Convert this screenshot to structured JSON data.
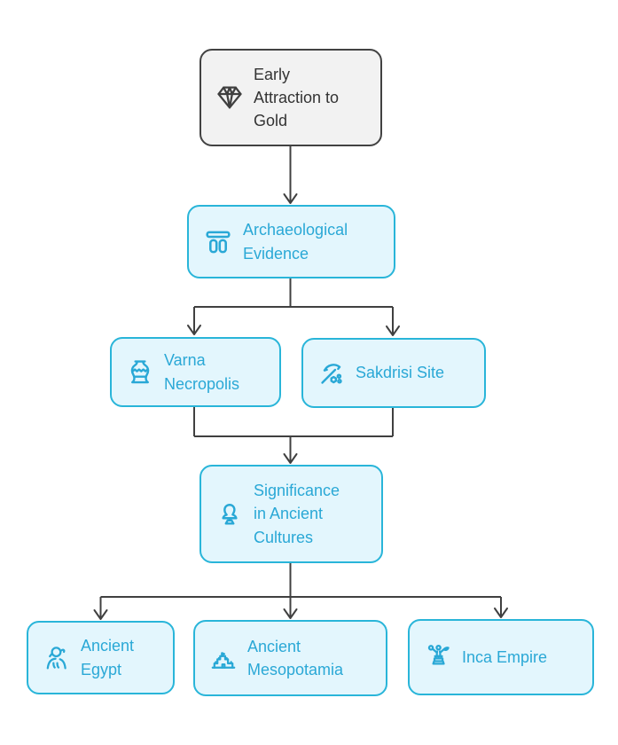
{
  "diagram": {
    "type": "flowchart",
    "nodes": [
      {
        "id": "early-attraction",
        "label": "Early Attraction to Gold",
        "icon": "gem-icon",
        "variant": "gray"
      },
      {
        "id": "archaeological-evidence",
        "label": "Archaeological Evidence",
        "icon": "ruins-icon",
        "variant": "cyan"
      },
      {
        "id": "varna-necropolis",
        "label": "Varna Necropolis",
        "icon": "vase-icon",
        "variant": "cyan"
      },
      {
        "id": "sakdrisi-site",
        "label": "Sakdrisi Site",
        "icon": "pickaxe-icon",
        "variant": "cyan"
      },
      {
        "id": "significance-ancient-cultures",
        "label": "Significance in Ancient Cultures",
        "icon": "bust-icon",
        "variant": "cyan"
      },
      {
        "id": "ancient-egypt",
        "label": "Ancient Egypt",
        "icon": "sphinx-icon",
        "variant": "cyan"
      },
      {
        "id": "ancient-mesopotamia",
        "label": "Ancient Mesopotamia",
        "icon": "ziggurat-icon",
        "variant": "cyan"
      },
      {
        "id": "inca-empire",
        "label": "Inca Empire",
        "icon": "statue-icon",
        "variant": "cyan"
      }
    ],
    "edges": [
      {
        "from": "early-attraction",
        "to": "archaeological-evidence"
      },
      {
        "from": "archaeological-evidence",
        "to": "varna-necropolis"
      },
      {
        "from": "archaeological-evidence",
        "to": "sakdrisi-site"
      },
      {
        "from": "varna-necropolis",
        "to": "significance-ancient-cultures"
      },
      {
        "from": "sakdrisi-site",
        "to": "significance-ancient-cultures"
      },
      {
        "from": "significance-ancient-cultures",
        "to": "ancient-egypt"
      },
      {
        "from": "significance-ancient-cultures",
        "to": "ancient-mesopotamia"
      },
      {
        "from": "significance-ancient-cultures",
        "to": "inca-empire"
      }
    ],
    "colors": {
      "accent_border": "#29b5d9",
      "accent_text": "#2aa8d6",
      "accent_fill": "#e3f6fd",
      "neutral_border": "#424242",
      "neutral_fill": "#f2f2f2",
      "neutral_text": "#333333",
      "connector": "#404040",
      "background": "#ffffff"
    }
  }
}
